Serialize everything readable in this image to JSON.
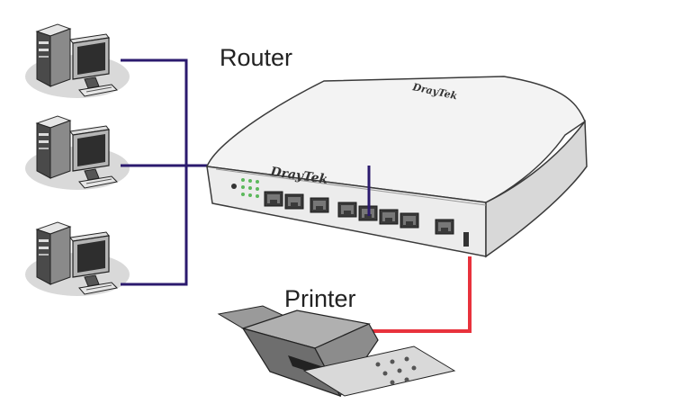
{
  "labels": {
    "router": "Router",
    "printer": "Printer"
  },
  "brand": {
    "name": "DrayTek"
  },
  "colors": {
    "lan_cable": "#2b1a6e",
    "printer_cable": "#e8323c",
    "device_body": "#f2f2f2",
    "device_shadow": "#d4d4d4",
    "led": "#5cb85c"
  },
  "nodes": [
    {
      "id": "pc-1",
      "type": "desktop-computer"
    },
    {
      "id": "pc-2",
      "type": "desktop-computer"
    },
    {
      "id": "pc-3",
      "type": "desktop-computer"
    },
    {
      "id": "router",
      "type": "router"
    },
    {
      "id": "printer",
      "type": "printer"
    }
  ],
  "connections": [
    {
      "from": "pc-1",
      "to": "router",
      "color": "lan_cable"
    },
    {
      "from": "pc-2",
      "to": "router",
      "color": "lan_cable"
    },
    {
      "from": "pc-3",
      "to": "router",
      "color": "lan_cable"
    },
    {
      "from": "router",
      "to": "printer",
      "color": "printer_cable"
    }
  ]
}
